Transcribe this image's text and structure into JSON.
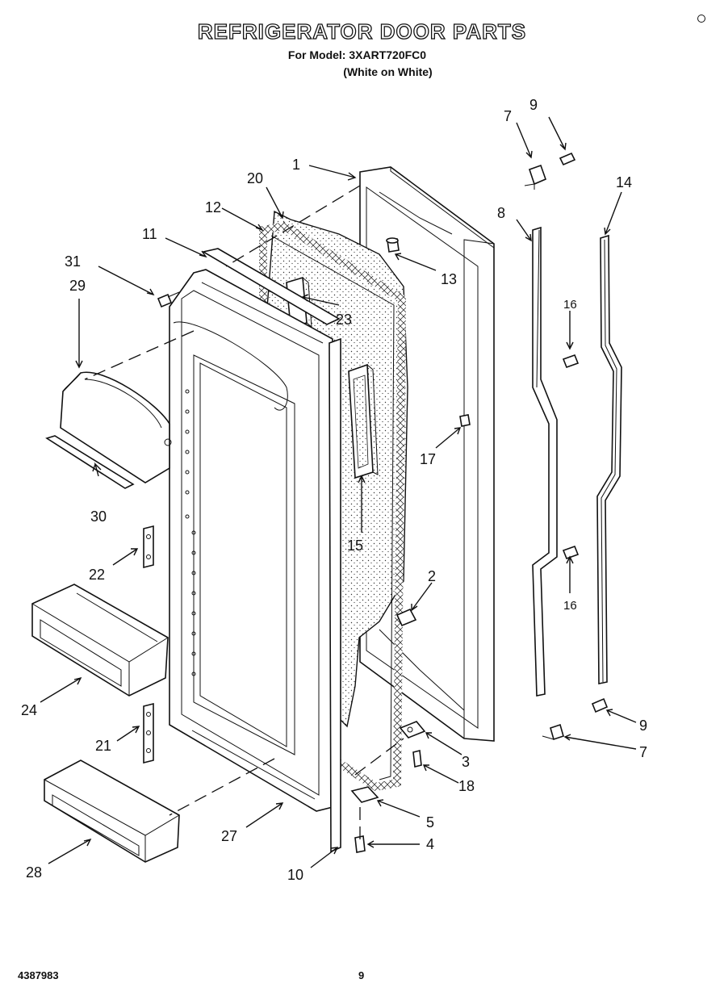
{
  "header": {
    "title": "REFRIGERATOR DOOR PARTS",
    "model_line": "For Model: 3XART720FC0",
    "color_line": "(White on White)"
  },
  "footer": {
    "doc_number": "4387983",
    "page_number": "9"
  },
  "callouts": [
    {
      "id": "c1",
      "label": "1"
    },
    {
      "id": "c2",
      "label": "2"
    },
    {
      "id": "c3",
      "label": "3"
    },
    {
      "id": "c4",
      "label": "4"
    },
    {
      "id": "c5",
      "label": "5"
    },
    {
      "id": "c7a",
      "label": "7"
    },
    {
      "id": "c7b",
      "label": "7"
    },
    {
      "id": "c8",
      "label": "8"
    },
    {
      "id": "c9a",
      "label": "9"
    },
    {
      "id": "c9b",
      "label": "9"
    },
    {
      "id": "c10",
      "label": "10"
    },
    {
      "id": "c11",
      "label": "11"
    },
    {
      "id": "c12",
      "label": "12"
    },
    {
      "id": "c13",
      "label": "13"
    },
    {
      "id": "c14",
      "label": "14"
    },
    {
      "id": "c15",
      "label": "15"
    },
    {
      "id": "c16a",
      "label": "16"
    },
    {
      "id": "c16b",
      "label": "16"
    },
    {
      "id": "c17",
      "label": "17"
    },
    {
      "id": "c18",
      "label": "18"
    },
    {
      "id": "c20",
      "label": "20"
    },
    {
      "id": "c21",
      "label": "21"
    },
    {
      "id": "c22",
      "label": "22"
    },
    {
      "id": "c23",
      "label": "23"
    },
    {
      "id": "c24",
      "label": "24"
    },
    {
      "id": "c27",
      "label": "27"
    },
    {
      "id": "c28",
      "label": "28"
    },
    {
      "id": "c29",
      "label": "29"
    },
    {
      "id": "c30",
      "label": "30"
    },
    {
      "id": "c31",
      "label": "31"
    }
  ]
}
